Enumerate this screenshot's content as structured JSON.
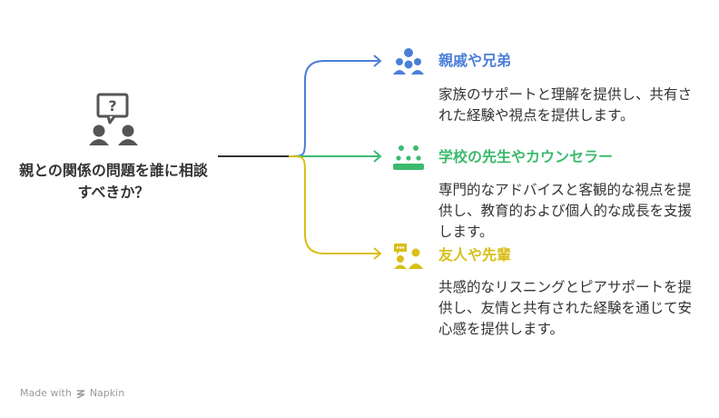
{
  "center": {
    "title": "親との関係の問題を誰に相談すべきか？",
    "icon": "people-question-icon"
  },
  "branches": [
    {
      "title": "親戚や兄弟",
      "description": "家族のサポートと理解を提供し、共有された経験や視点を提供します。",
      "color": "#4a7fd8",
      "icon": "family-icon"
    },
    {
      "title": "学校の先生やカウンセラー",
      "description": "専門的なアドバイスと客観的な視点を提供し、教育的および個人的な成長を支援します。",
      "color": "#3dba6e",
      "icon": "classroom-icon"
    },
    {
      "title": "友人や先輩",
      "description": "共感的なリスニングとピアサポートを提供し、友情と共有された経験を通じて安心感を提供します。",
      "color": "#d9bf1a",
      "icon": "friends-chat-icon"
    }
  ],
  "footer": {
    "text": "Made with",
    "brand": "Napkin",
    "icon": "napkin-logo-icon"
  }
}
